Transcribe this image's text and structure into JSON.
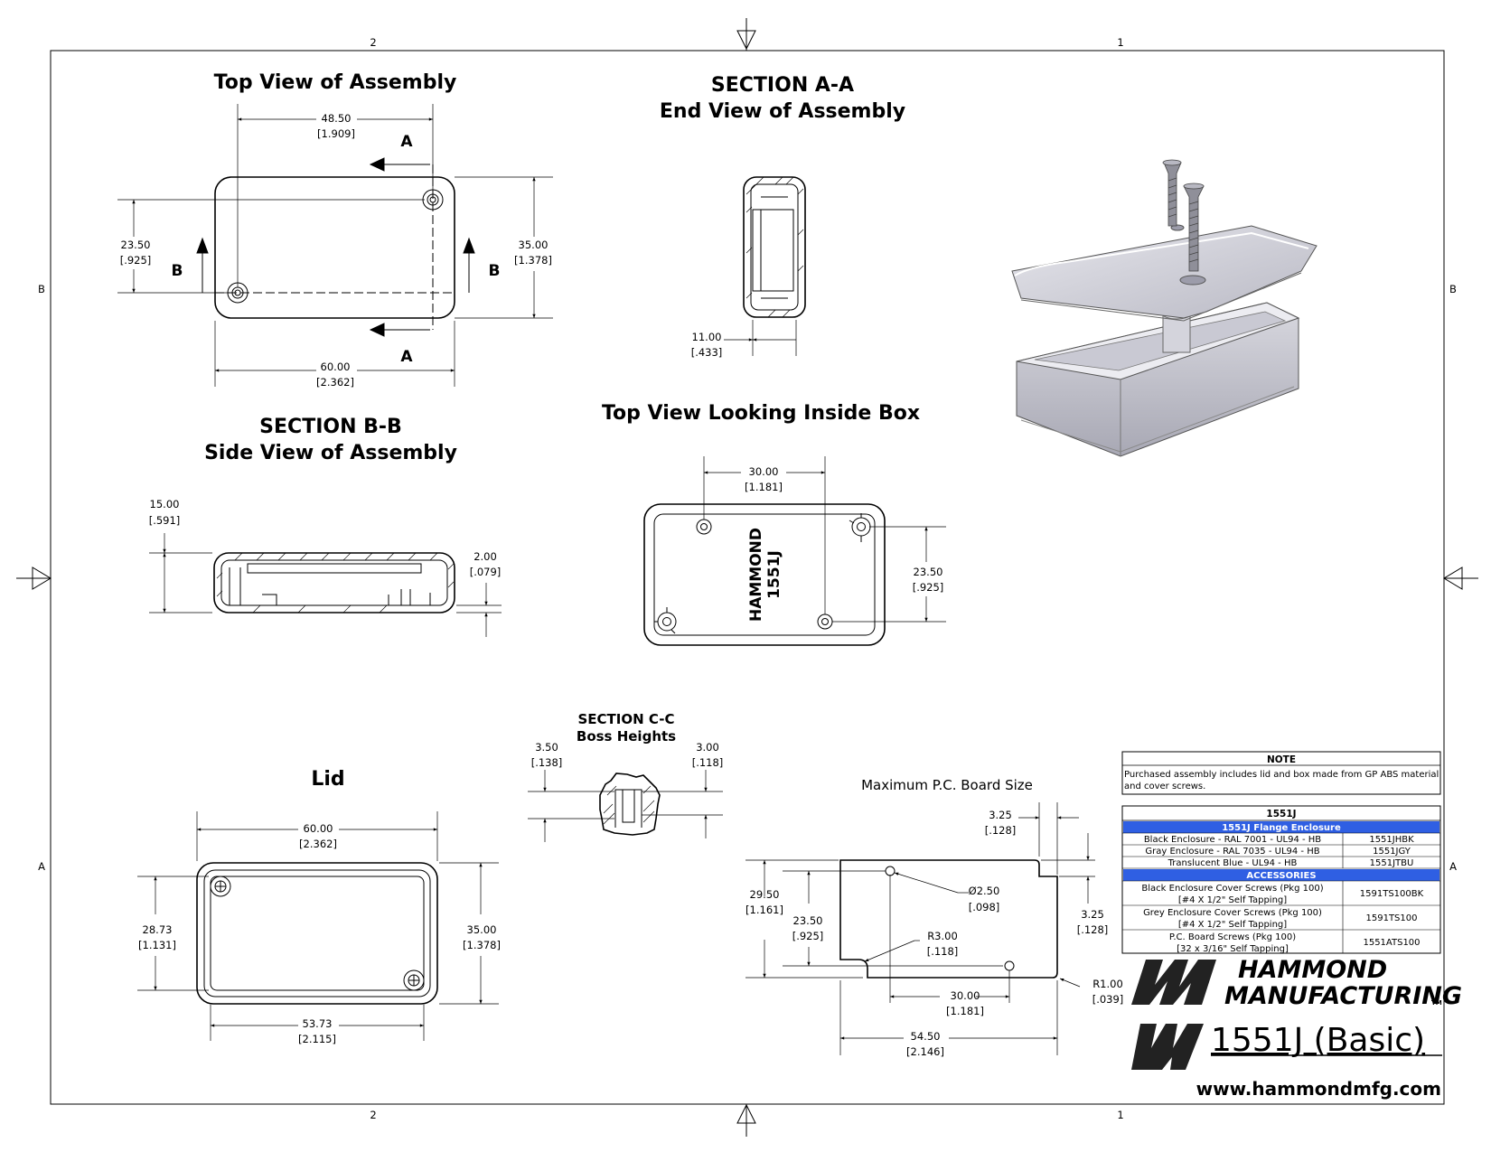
{
  "titles": {
    "top_view": "Top View of Assembly",
    "section_aa_1": "SECTION A-A",
    "section_aa_2": "End View of Assembly",
    "section_bb_1": "SECTION B-B",
    "section_bb_2": "Side View of Assembly",
    "inside_box": "Top View Looking Inside Box",
    "section_cc_1": "SECTION C-C",
    "section_cc_2": "Boss Heights",
    "lid": "Lid",
    "pcb": "Maximum P.C. Board Size"
  },
  "zones": {
    "col2": "2",
    "col1": "1",
    "rowB": "B",
    "rowA": "A"
  },
  "labels": {
    "a": "A",
    "b": "B"
  },
  "dims": {
    "tv_w": "48.50",
    "tv_w_in": "[1.909]",
    "tv_h": "23.50",
    "tv_h_in": "[.925]",
    "tv_h2": "35.00",
    "tv_h2_in": "[1.378]",
    "tv_w2": "60.00",
    "tv_w2_in": "[2.362]",
    "aa_w": "11.00",
    "aa_w_in": "[.433]",
    "bb_h": "15.00",
    "bb_h_in": "[.591]",
    "bb_t": "2.00",
    "bb_t_in": "[.079]",
    "ib_w": "30.00",
    "ib_w_in": "[1.181]",
    "ib_h": "23.50",
    "ib_h_in": "[.925]",
    "cc_l": "3.50",
    "cc_l_in": "[.138]",
    "cc_r": "3.00",
    "cc_r_in": "[.118]",
    "lid_w": "60.00",
    "lid_w_in": "[2.362]",
    "lid_h": "28.73",
    "lid_h_in": "[1.131]",
    "lid_h2": "35.00",
    "lid_h2_in": "[1.378]",
    "lid_w2": "53.73",
    "lid_w2_in": "[2.115]",
    "pcb_c": "3.25",
    "pcb_c_in": "[.128]",
    "pcb_h": "29.50",
    "pcb_h_in": "[1.161]",
    "pcb_h2": "23.50",
    "pcb_h2_in": "[.925]",
    "pcb_d": "Ø2.50",
    "pcb_d_in": "[.098]",
    "pcb_r3": "R3.00",
    "pcb_r3_in": "[.118]",
    "pcb_c2": "3.25",
    "pcb_c2_in": "[.128]",
    "pcb_r1": "R1.00",
    "pcb_r1_in": "[.039]",
    "pcb_w": "30.00",
    "pcb_w_in": "[1.181]",
    "pcb_w2": "54.50",
    "pcb_w2_in": "[2.146]"
  },
  "box_marking": {
    "line1": "HAMMOND",
    "line2": "1551J"
  },
  "note": {
    "header": "NOTE",
    "line1": "Purchased assembly includes lid and box made from GP ABS material",
    "line2": "and cover screws."
  },
  "table": {
    "title": "1551J",
    "section1": "1551J  Flange Enclosure",
    "rows1": [
      {
        "desc": "Black Enclosure - RAL 7001 - UL94 - HB",
        "pn": "1551JHBK"
      },
      {
        "desc": "Gray Enclosure - RAL 7035 - UL94 - HB",
        "pn": "1551JGY"
      },
      {
        "desc": "Translucent Blue - UL94 - HB",
        "pn": "1551JTBU"
      }
    ],
    "section2": "ACCESSORIES",
    "rows2": [
      {
        "desc1": "Black Enclosure Cover Screws (Pkg 100)",
        "desc2": "[#4 X 1/2\" Self Tapping]",
        "pn": "1591TS100BK"
      },
      {
        "desc1": "Grey Enclosure Cover Screws (Pkg 100)",
        "desc2": "[#4 X 1/2\" Self Tapping]",
        "pn": "1591TS100"
      },
      {
        "desc1": "P.C. Board Screws  (Pkg 100)",
        "desc2": "[32 x 3/16\" Self Tapping]",
        "pn": "1551ATS100"
      }
    ]
  },
  "brand": {
    "line1": "HAMMOND",
    "line2": "MANUFACTURING",
    "tm": "TM",
    "model": "1551J (Basic)",
    "url": "www.hammondmfg.com"
  }
}
